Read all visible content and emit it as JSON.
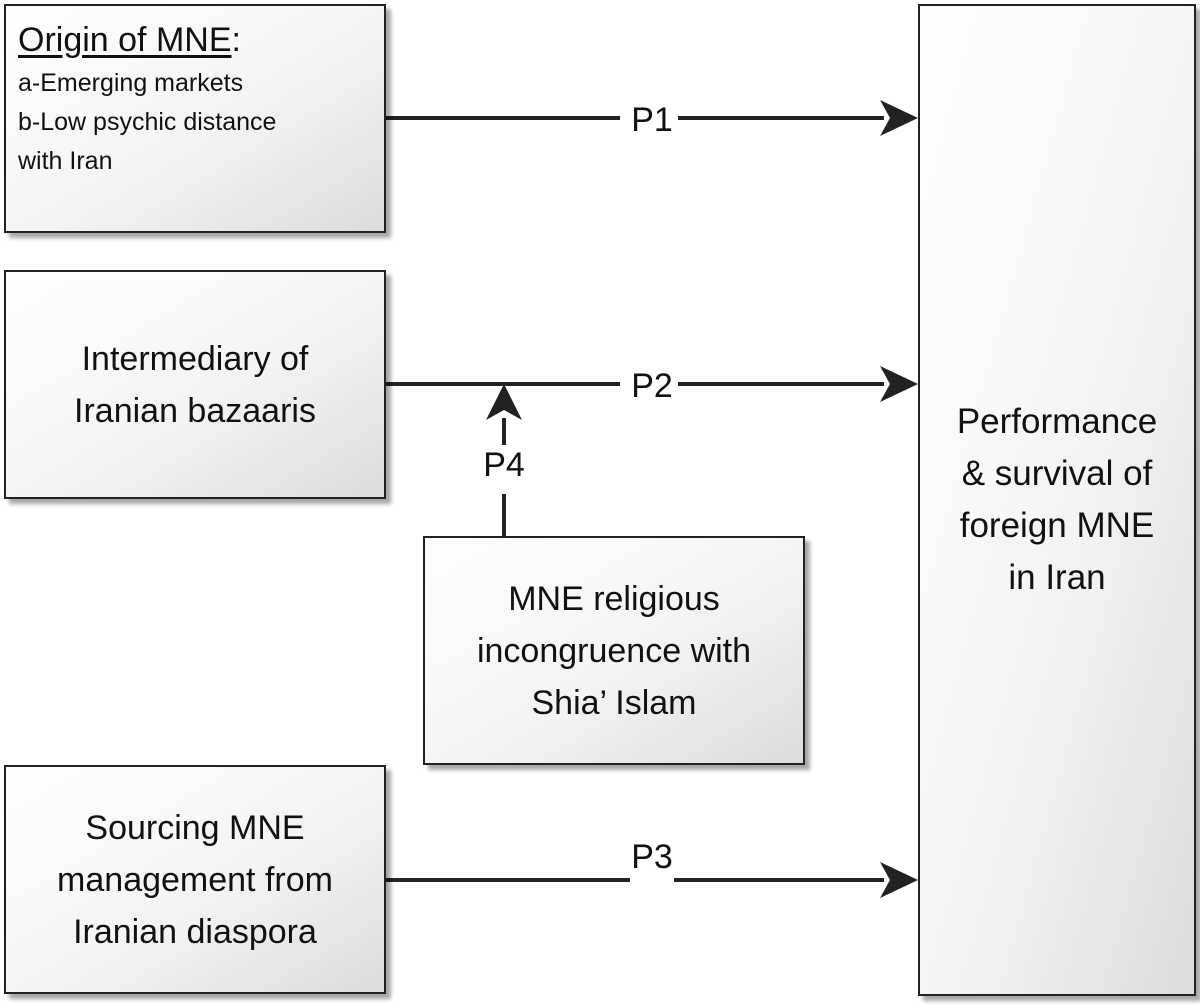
{
  "origin": {
    "heading_underlined": "Origin of MNE",
    "heading_suffix": ":",
    "items": [
      "a-Emerging markets",
      "b-Low psychic distance",
      "with Iran"
    ]
  },
  "bazaar": {
    "lines": [
      "Intermediary of",
      "Iranian bazaaris"
    ]
  },
  "religion": {
    "lines": [
      "MNE religious",
      "incongruence with",
      "Shia’ Islam"
    ]
  },
  "diaspora": {
    "lines": [
      "Sourcing MNE",
      "management from",
      "Iranian diaspora"
    ]
  },
  "outcome": {
    "lines": [
      "Performance",
      "& survival of",
      "foreign MNE",
      "in Iran"
    ]
  },
  "paths": {
    "p1": "P1",
    "p2": "P2",
    "p3": "P3",
    "p4": "P4"
  }
}
